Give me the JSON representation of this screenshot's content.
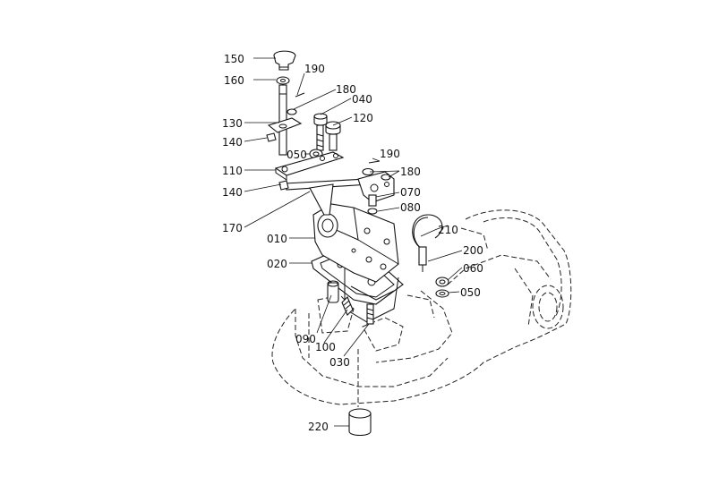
{
  "callouts": [
    {
      "id": "150",
      "label": "150"
    },
    {
      "id": "160",
      "label": "160"
    },
    {
      "id": "190a",
      "label": "190"
    },
    {
      "id": "180a",
      "label": "180"
    },
    {
      "id": "040",
      "label": "040"
    },
    {
      "id": "120",
      "label": "120"
    },
    {
      "id": "130",
      "label": "130"
    },
    {
      "id": "140a",
      "label": "140"
    },
    {
      "id": "050a",
      "label": "050"
    },
    {
      "id": "190b",
      "label": "190"
    },
    {
      "id": "110",
      "label": "110"
    },
    {
      "id": "180b",
      "label": "180"
    },
    {
      "id": "140b",
      "label": "140"
    },
    {
      "id": "070",
      "label": "070"
    },
    {
      "id": "080",
      "label": "080"
    },
    {
      "id": "170",
      "label": "170"
    },
    {
      "id": "210",
      "label": "210"
    },
    {
      "id": "010",
      "label": "010"
    },
    {
      "id": "200",
      "label": "200"
    },
    {
      "id": "020",
      "label": "020"
    },
    {
      "id": "060",
      "label": "060"
    },
    {
      "id": "050b",
      "label": "050"
    },
    {
      "id": "090",
      "label": "090"
    },
    {
      "id": "100",
      "label": "100"
    },
    {
      "id": "030",
      "label": "030"
    },
    {
      "id": "220",
      "label": "220"
    }
  ]
}
